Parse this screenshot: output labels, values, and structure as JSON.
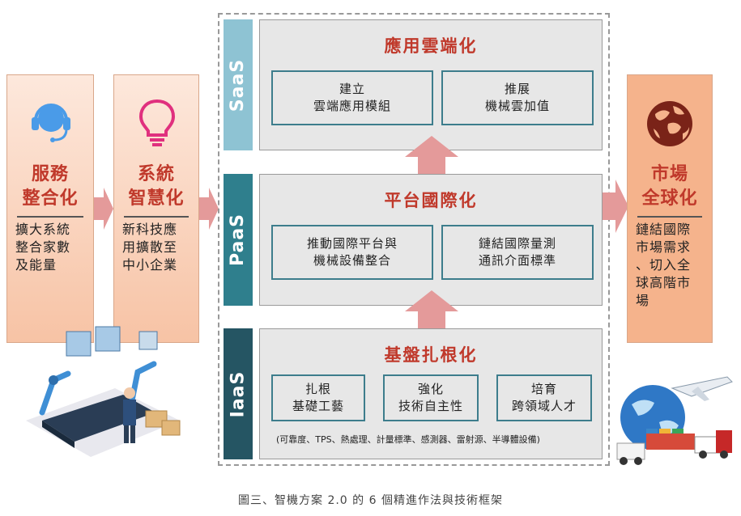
{
  "left_panels": [
    {
      "title_line1": "服務",
      "title_line2": "整合化",
      "text_lines": [
        "擴大系統",
        "整合家數",
        "及能量"
      ],
      "icon": "headset-icon"
    },
    {
      "title_line1": "系統",
      "title_line2": "智慧化",
      "text_lines": [
        "新科技應",
        "用擴散至",
        "中小企業"
      ],
      "icon": "lightbulb-icon"
    }
  ],
  "right_panel": {
    "title_line1": "市場",
    "title_line2": "全球化",
    "text_lines": [
      "鏈結國際",
      "市場需求",
      "、切入全",
      "球高階市",
      "場"
    ],
    "icon": "globe-icon"
  },
  "tiers": {
    "saas": {
      "label": "SaaS",
      "title": "應用雲端化",
      "items": [
        {
          "line1": "建立",
          "line2": "雲端應用模組"
        },
        {
          "line1": "推展",
          "line2": "機械雲加值"
        }
      ]
    },
    "paas": {
      "label": "PaaS",
      "title": "平台國際化",
      "items": [
        {
          "line1": "推動國際平台與",
          "line2": "機械設備整合"
        },
        {
          "line1": "鏈結國際量測",
          "line2": "通訊介面標準"
        }
      ]
    },
    "iaas": {
      "label": "IaaS",
      "title": "基盤扎根化",
      "items": [
        {
          "line1": "扎根",
          "line2": "基礎工藝"
        },
        {
          "line1": "強化",
          "line2": "技術自主性"
        },
        {
          "line1": "培育",
          "line2": "跨領域人才"
        }
      ],
      "note": "(可靠度、TPS、熱處理、計量標準、感測器、雷射源、半導體設備)"
    }
  },
  "caption": "圖三、智機方案 2.0 的 6 個精進作法與技術框架",
  "colors": {
    "accent_red": "#c0392b",
    "saas": "#8ec3d3",
    "paas": "#2f7f8d",
    "iaas": "#255563",
    "arrow": "#e49a9a",
    "panel_orange": "#f5b38c"
  }
}
